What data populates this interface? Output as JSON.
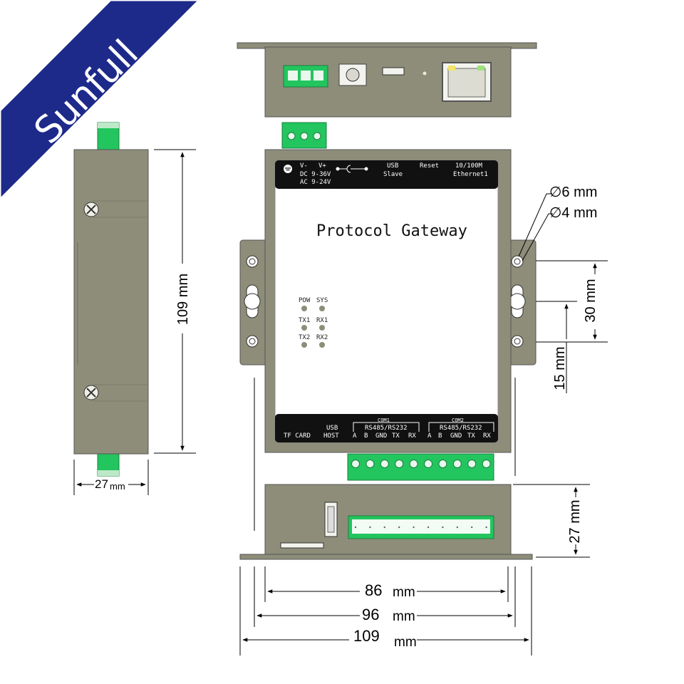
{
  "brand": {
    "name": "Sunfull",
    "ribbon_color": "#1d2a8a"
  },
  "device": {
    "title": "Protocol Gateway",
    "body_color": "#8d8d7a",
    "panel_color": "#111111",
    "terminal_color": "#22c55e"
  },
  "top_panel": {
    "power_minus": "V-",
    "power_plus": "V+",
    "dc_range": "DC 9-36V",
    "ac_range": "AC 9-24V",
    "usb_line1": "USB",
    "usb_line2": "Slave",
    "reset": "Reset",
    "eth_line1": "10/100M",
    "eth_line2": "Ethernet1"
  },
  "leds": [
    "POW",
    "SYS",
    "TX1",
    "RX1",
    "TX2",
    "RX2"
  ],
  "bottom_panel": {
    "tf_card": "TF CARD",
    "usb_line1": "USB",
    "usb_line2": "HOST",
    "com1_title": "COM1",
    "com1_sub": "RS485/RS232",
    "com2_title": "COM2",
    "com2_sub": "RS485/RS232",
    "pins": [
      "A",
      "B",
      "GND",
      "TX",
      "RX"
    ]
  },
  "dimensions": {
    "side_height": "109 mm",
    "side_width_num": "27",
    "side_width_unit": "mm",
    "hole_outer": "∅6  mm",
    "hole_outer_num": "6",
    "hole_inner": "∅4  mm",
    "hole_spacing": "30  mm",
    "hole_offset": "15  mm",
    "bottom_height": "27 mm",
    "width_body_num": "86",
    "width_body_unit": "mm",
    "width_mid_num": "96",
    "width_mid_unit": "mm",
    "width_total_num": "109",
    "width_total_unit": "mm"
  }
}
